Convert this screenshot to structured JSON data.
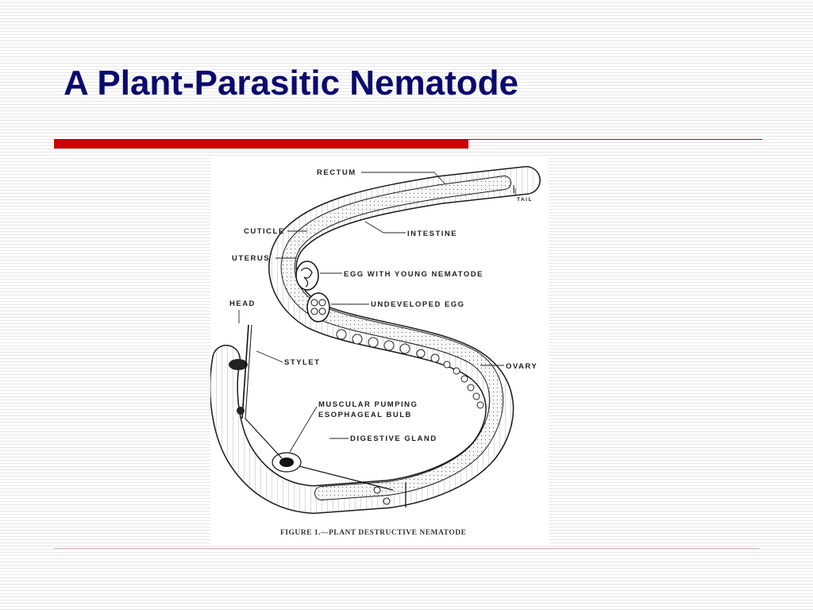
{
  "slide": {
    "title": "A Plant-Parasitic Nematode"
  },
  "figure": {
    "caption": "FIGURE 1.—PLANT DESTRUCTIVE NEMATODE",
    "labels": {
      "rectum": "RECTUM",
      "tail": "TAIL",
      "intestine": "INTESTINE",
      "cuticle": "CUTICLE",
      "uterus": "UTERUS",
      "egg_young": "EGG WITH YOUNG NEMATODE",
      "undeveloped_egg": "UNDEVELOPED EGG",
      "head": "HEAD",
      "stylet": "STYLET",
      "ovary": "OVARY",
      "muscular_1": "MUSCULAR PUMPING",
      "muscular_2": "ESOPHAGEAL BULB",
      "digestive_gland": "DIGESTIVE GLAND"
    }
  },
  "colors": {
    "title": "#0a0a6e",
    "accent_red": "#cc0000"
  }
}
